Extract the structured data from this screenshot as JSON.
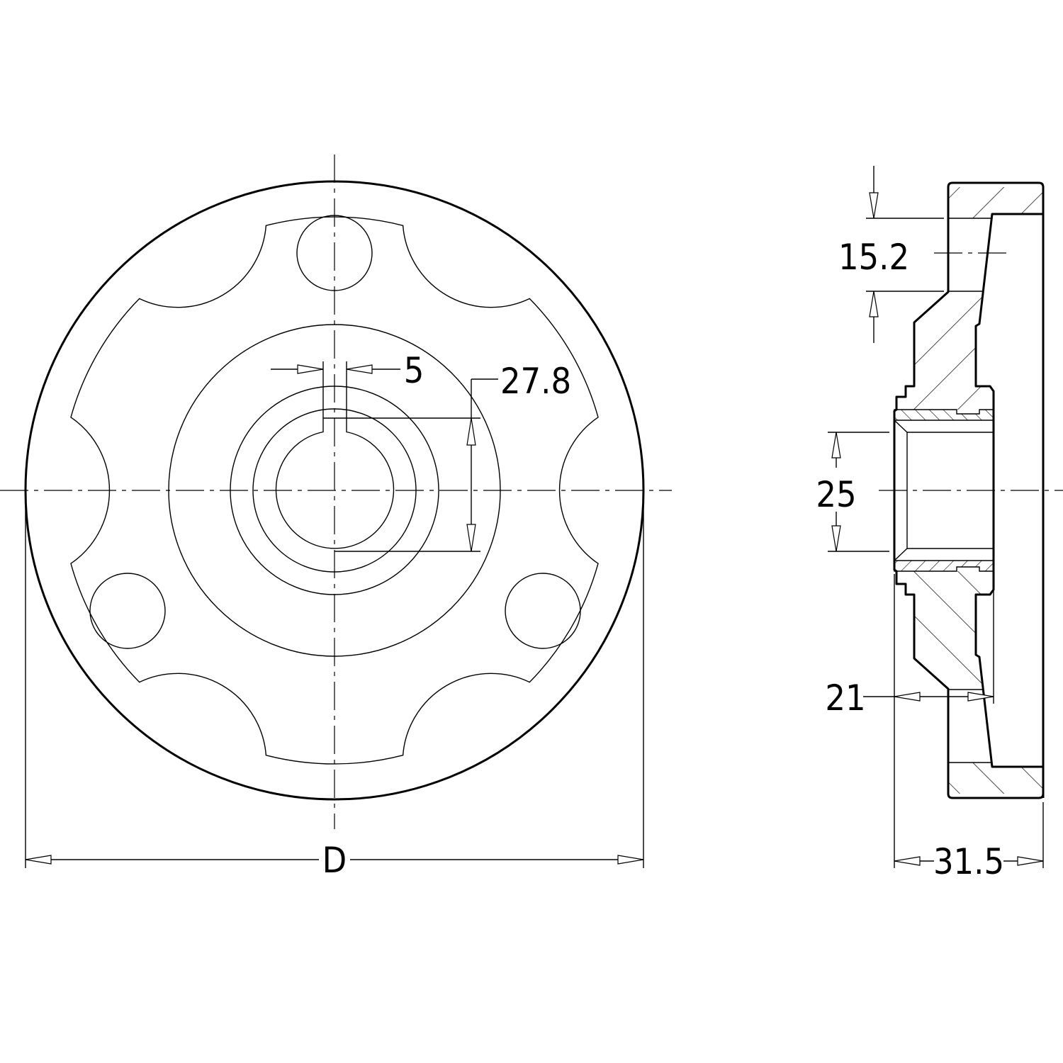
{
  "drawing": {
    "front_view": {
      "diameter_label": "D",
      "keyway_width_label": "5",
      "keyway_depth_label": "27.8"
    },
    "side_view": {
      "hole_diameter_label": "15.2",
      "bore_label": "25",
      "inner_depth_label": "21",
      "total_width_label": "31.5"
    }
  }
}
